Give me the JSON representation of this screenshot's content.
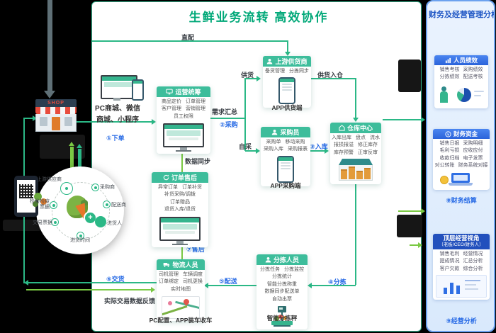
{
  "main": {
    "title": "生鲜业务流转  高效协作",
    "shop_sign": "SHOP",
    "pc_mall": {
      "line1": "PC商城、微信",
      "line2": "商城、小程序"
    },
    "labels": {
      "xiadan": "①下单",
      "zhipei": "直配",
      "gonghuo": "供货",
      "gonghuo_rucang": "供货入仓",
      "xuqiu": "需求汇总",
      "caigou": "②采购",
      "zicai": "自采",
      "ruku": "③入库",
      "fenjian": "④分拣",
      "peisong": "⑤配送",
      "jiaohuo": "⑥交货",
      "shouhou": "⑦售后",
      "tongbu": "数据同步",
      "fankui": "实际交易数据反馈"
    },
    "nodes": {
      "ops": {
        "title": "运营统筹",
        "items": [
          "商品定价",
          "订单管理",
          "客户管理",
          "营销管理",
          "员工权限"
        ]
      },
      "aftersale": {
        "title": "订单售后",
        "items": [
          "异常订单",
          "订单补货",
          "补货采购/调拨",
          "订单赠品",
          "退货入库/退货"
        ]
      },
      "supplier": {
        "title": "上游供货商",
        "items": [
          "备货管理",
          "分拣同步"
        ],
        "caption": "APP供货端"
      },
      "buyer": {
        "title": "采购员",
        "items": [
          "采购单",
          "移动采购",
          "采购入库",
          "采购报表"
        ],
        "caption": "APP采购端"
      },
      "warehouse": {
        "title": "仓库中心",
        "items": [
          "入库出库",
          "盘点",
          "流水",
          "报损报溢",
          "修正库存",
          "库存预警",
          "正审反审"
        ]
      },
      "sorter": {
        "title": "分拣人员",
        "items": [
          "分拣任务",
          "分拣监控",
          "分拣统计",
          "智能分拣称重",
          "数据同步配送单",
          "自动出票"
        ],
        "caption": "智能分拣秤"
      },
      "logistics": {
        "title": "物流人员",
        "items": [
          "司机管理",
          "车辆调度",
          "订单绑定",
          "司机更换",
          "实时地图"
        ],
        "caption": "PC配置、APP装车收车"
      }
    },
    "trace_circle": {
      "items": [
        "上游供应商",
        "采购商",
        "检验检疫票据",
        "配送商",
        "交易票据",
        "进货人",
        "进货时间"
      ]
    }
  },
  "sidebar": {
    "title": "财务及经营管理分析",
    "cards": [
      {
        "title": "人员绩效",
        "items": [
          "销售考核",
          "采购绩效",
          "分拣绩效",
          "配送考核"
        ],
        "caption": ""
      },
      {
        "title": "财务资金",
        "items": [
          "销售日报",
          "采购明细",
          "毛利亏损",
          "应收应付",
          "收款归档",
          "电子发票",
          "对公转账",
          "财务系统对接"
        ],
        "caption": "⑧财务结算"
      },
      {
        "title": "顶层经营视角",
        "subtitle": "（老板/CEO/财务人）",
        "items": [
          "销售毛利",
          "经营情况",
          "提成情况",
          "汇总分析",
          "客户欠款",
          "综合分析"
        ],
        "caption": "⑨经营分析"
      }
    ]
  },
  "icons": {
    "coin": "¥",
    "plus": "+"
  },
  "colors": {
    "title_green": "#00a878",
    "node_green": "#3dbd9b",
    "line_green": "#2bb886",
    "light_green": "#7ac943",
    "label_blue": "#2468e5",
    "sidebar_blue": "#2b63da",
    "background": "#000000"
  }
}
